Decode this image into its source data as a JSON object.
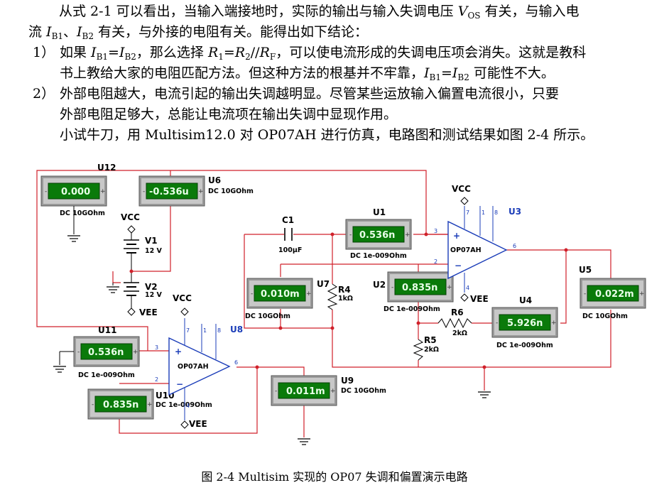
{
  "text": {
    "line1": "从式 2-1 可以看出，当输入端接地时，实际的输出与输入失调电压 ",
    "line1_var": "V",
    "line1_sub": "OS",
    "line1_end": " 有关，与输入电",
    "line2_a": "流 ",
    "line2_var1": "I",
    "line2_sub1": "B1",
    "line2_b": "、",
    "line2_var2": "I",
    "line2_sub2": "B2",
    "line2_c": " 有关，与外接的电阻有关。能得出如下结论：",
    "item1_num": "1）",
    "item1_a": "如果 ",
    "item1_eq": "I_B1=I_B2",
    "item1_b": "，那么选择 ",
    "item1_r": "R1=R2//RF",
    "item1_c": "，可以使电流形成的失调电压项会消失。这就是教科",
    "item1_line2": "书上教给大家的电阻匹配方法。但这种方法的根基并不牢靠，",
    "item1_line2_end": "可能性不大。",
    "item2_num": "2）",
    "item2_line1": "外部电阻越大，电流引起的输出失调越明显。尽管某些运放输入偏置电流很小，只要",
    "item2_line2": "外部电阻足够大，总能让电流项在输出失调中显现作用。",
    "line_sim": "小试牛刀，用 Multisim12.0 对 OP07AH 进行仿真，电路图和测试结果如图 2-4 所示。"
  },
  "caption": "图 2-4 Multisim 实现的 OP07 失调和偏置演示电路",
  "circuit": {
    "meters": [
      {
        "id": "U12",
        "value": "0.000",
        "mode": "DC  10GOhm"
      },
      {
        "id": "U6",
        "value": "-0.536u",
        "mode": "DC  10GOhm"
      },
      {
        "id": "U1",
        "value": "0.536n",
        "mode": "DC  1e-009Ohm"
      },
      {
        "id": "U7",
        "value": "0.010m",
        "mode": "DC  10GOhm"
      },
      {
        "id": "U2",
        "value": "0.835n",
        "mode": "DC  1e-009Ohm"
      },
      {
        "id": "U4",
        "value": "5.926n",
        "mode": "DC  1e-009Ohm"
      },
      {
        "id": "U5",
        "value": "0.022m",
        "mode": "DC  10GOhm"
      },
      {
        "id": "U11",
        "value": "0.536n",
        "mode": "DC  1e-009Ohm"
      },
      {
        "id": "U10",
        "value": "0.835n",
        "mode": "DC  1e-009Ohm"
      },
      {
        "id": "U9",
        "value": "0.011m",
        "mode": "DC  10GOhm"
      }
    ],
    "labels": {
      "vcc": "VCC",
      "vee": "VEE",
      "v1": "V1",
      "v1v": "12 V",
      "v2": "V2",
      "v2v": "12 V",
      "c1": "C1",
      "c1v": "100μF",
      "r4": "R4",
      "r4v": "1kΩ",
      "r5": "R5",
      "r5v": "2kΩ",
      "r6": "R6",
      "r6v": "2kΩ",
      "u3": "U3",
      "u8": "U8",
      "opamp": "OP07AH"
    },
    "colors": {
      "wire": "#d0202a",
      "lcd_bg": "#0a7a0a",
      "meter_frame": "#6e6e6e",
      "ic_blue": "#1a3cb8"
    }
  }
}
